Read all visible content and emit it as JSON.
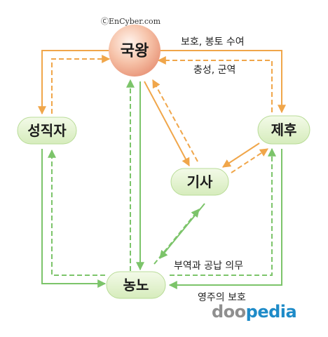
{
  "credit": "ⒸEnCyber.com",
  "nodes": {
    "king": "국왕",
    "clergy": "성직자",
    "lord": "제후",
    "knight": "기사",
    "serf": "농노"
  },
  "labels": {
    "protection_fief": "보호, 봉토 수여",
    "loyalty_military": "충성, 군역",
    "labor_tribute": "부역과 공납 의무",
    "lord_protection": "영주의 보호"
  },
  "brand": {
    "part1": "doo",
    "part2": "pedia"
  },
  "colors": {
    "orange": "#f0a64a",
    "green": "#7cc46a",
    "node_fill": "#e6f4d2",
    "king_fill": "#f4b79a",
    "brand_grey": "#8f8f8f",
    "brand_blue": "#1e8bc8"
  }
}
